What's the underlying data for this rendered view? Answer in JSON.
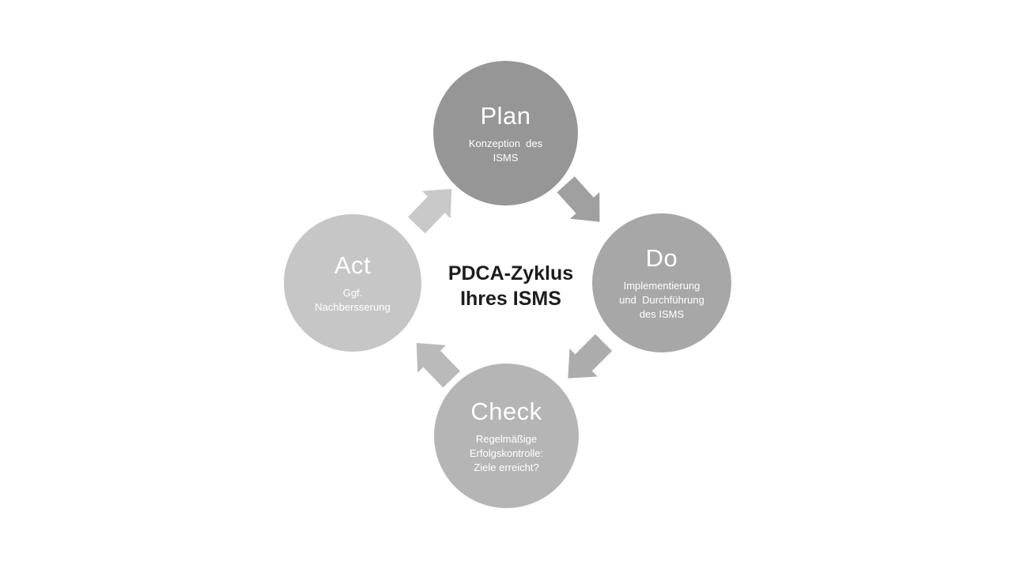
{
  "background": "#ffffff",
  "center_title": {
    "line1": "PDCA-Zyklus",
    "line2": "Ihres ISMS",
    "color": "#1c1c1c"
  },
  "steps": [
    {
      "id": "plan",
      "label": "Plan",
      "description": "Konzeption  des\nISMS",
      "fill": "#969696",
      "text_color": "#ffffff"
    },
    {
      "id": "do",
      "label": "Do",
      "description": "Implementierung\nund  Durchführung\ndes ISMS",
      "fill": "#a7a7a7",
      "text_color": "#ffffff"
    },
    {
      "id": "check",
      "label": "Check",
      "description": "Regelmäßige\nErfolgskontrolle:\nZiele erreicht?",
      "fill": "#b5b5b5",
      "text_color": "#ffffff"
    },
    {
      "id": "act",
      "label": "Act",
      "description": "Ggf.\nNachbersserung",
      "fill": "#c6c6c6",
      "text_color": "#ffffff"
    }
  ],
  "arrows": [
    {
      "name": "plan-to-do",
      "from": "Plan",
      "to": "Do",
      "direction": "down-right",
      "fill": "#a0a0a0"
    },
    {
      "name": "do-to-check",
      "from": "Do",
      "to": "Check",
      "direction": "down-left",
      "fill": "#acacac"
    },
    {
      "name": "check-to-act",
      "from": "Check",
      "to": "Act",
      "direction": "up-left",
      "fill": "#bababa"
    },
    {
      "name": "act-to-plan",
      "from": "Act",
      "to": "Plan",
      "direction": "up-right",
      "fill": "#c9c9c9"
    }
  ]
}
